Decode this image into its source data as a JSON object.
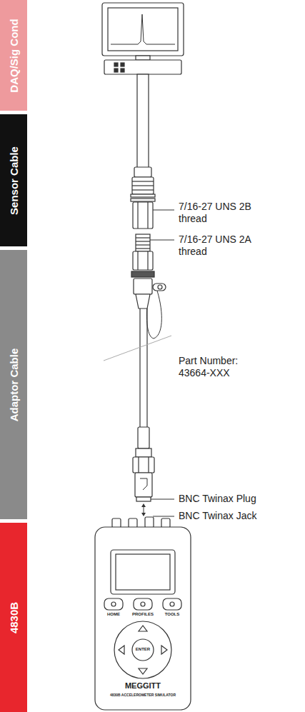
{
  "diagram": {
    "nodes": [
      {
        "text": [
          "DAQ/Sig Cond"
        ]
      },
      {
        "text": [
          "Sensor Cable"
        ]
      },
      {
        "text": [
          "Adaptor Cable"
        ]
      },
      {
        "text": [
          "4830B"
        ]
      }
    ],
    "labels": [
      "7/16-27 UNS 2B thread",
      "7/16-27 UNS 2A thread",
      "Part Number: 43664-XXX",
      "BNC Twinax Plug",
      "BNC Twinax Jack",
      "HOME",
      "PROFILES",
      "TOOLS",
      "ENTER",
      "MEGGITT",
      "4830B ACCELEROMETER SIMULATOR"
    ]
  }
}
